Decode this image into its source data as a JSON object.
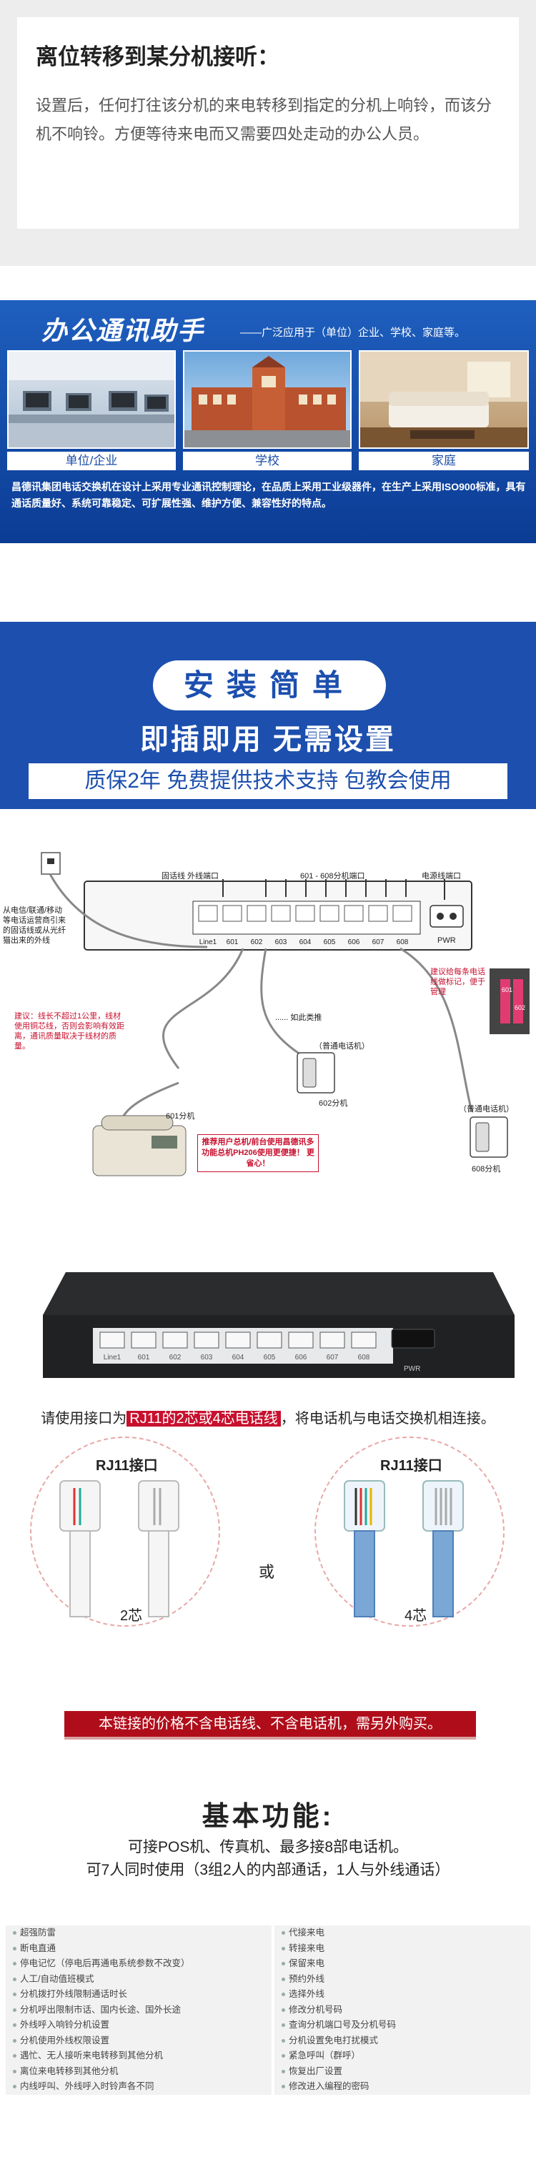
{
  "section1": {
    "title": "离位转移到某分机接听：",
    "body": "设置后，任何打往该分机的来电转移到指定的分机上响铃，而该分机不响铃。方便等待来电而又需要四处走动的办公人员。"
  },
  "section2": {
    "heading": "办公通讯助手",
    "subheading": "——广泛应用于（单位）企业、学校、家庭等。",
    "labels": [
      "单位/企业",
      "学校",
      "家庭"
    ],
    "description": "昌德讯集团电话交换机在设计上采用专业通讯控制理论，在品质上采用工业级器件，在生产上采用ISO900标准，具有通话质量好、系统可靠稳定、可扩展性强、维护方便、兼容性好的特点。"
  },
  "section3": {
    "pill": "安装简单",
    "heading": "即插即用  无需设置",
    "bar": "质保2年  免费提供技术支持  包教会使用"
  },
  "diagram": {
    "trunk_label": "固话线 外线端口",
    "ext_label": "601 - 608分机端口",
    "power_label": "电源线端口",
    "ports": [
      "Line1",
      "601",
      "602",
      "603",
      "604",
      "605",
      "606",
      "607",
      "608"
    ],
    "pwr": "PWR",
    "left_note": "从电信/联通/移动等电话运营商引来的固话线或从光纤猫出来的外线",
    "warn_note": "建议：线长不超过1公里，线材使用铜芯线，否则会影响有效距离，通讯质量取决于线材的质量。",
    "tag_note": "建议给每条电话线做标记，便于管理",
    "dots": "...... 如此类推",
    "normal_phone": "（普通电话机）",
    "normal_phone2": "（普通电话机）",
    "ext601": "601分机",
    "ext602": "602分机",
    "ext608": "608分机",
    "recommend": "推荐用户总机/前台使用昌德讯多功能总机PH206使用更便捷！ 更省心！",
    "tag1": "601",
    "tag2": "602"
  },
  "device_ports": [
    "Line1",
    "601",
    "602",
    "603",
    "604",
    "605",
    "606",
    "607",
    "608"
  ],
  "device_pwr": "PWR",
  "rj": {
    "prefix": "请使用接口为",
    "highlight": "RJ11的2芯或4芯电话线",
    "suffix": "，将电话机与电话交换机相连接。",
    "left_title": "RJ11接口",
    "right_title": "RJ11接口",
    "or": "或",
    "left_label": "2芯",
    "right_label": "4芯"
  },
  "notice": "本链接的价格不含电话线、不含电话机，需另外购买。",
  "basic": {
    "title": "基本功能:",
    "sub1": "可接POS机、传真机、最多接8部电话机。",
    "sub2": "可7人同时使用（3组2人的内部通话，1人与外线通话）",
    "left": [
      "超强防雷",
      "断电直通",
      "停电记忆（停电后再通电系统参数不改变）",
      "人工/自动值班模式",
      "分机拨打外线限制通话时长",
      "分机呼出限制市话、国内长途、国外长途",
      "外线呼入响铃分机设置",
      "分机使用外线权限设置",
      "遇忙、无人接听来电转移到其他分机",
      "离位来电转移到其他分机",
      "内线呼叫、外线呼入时铃声各不同"
    ],
    "right": [
      "代接来电",
      "转接来电",
      "保留来电",
      "预约外线",
      "选择外线",
      "修改分机号码",
      "查询分机端口号及分机号码",
      "分机设置免电打扰模式",
      "紧急呼叫（群呼）",
      "恢复出厂设置",
      "修改进入编程的密码"
    ]
  }
}
